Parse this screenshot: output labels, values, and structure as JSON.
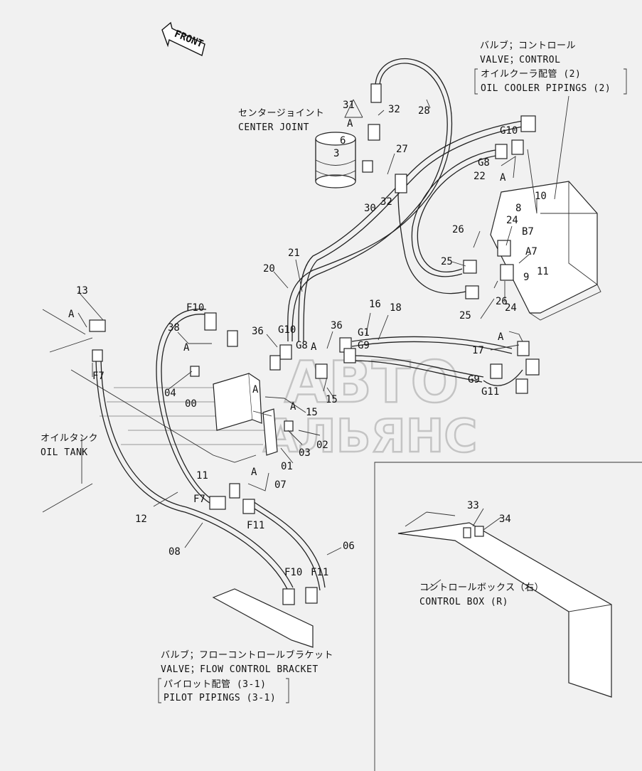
{
  "front_arrow": "FRONT",
  "captions": {
    "control_valve_jp": "バルブ；コントロール",
    "control_valve_en": "VALVE；CONTROL",
    "oil_cooler_jp": "オイルクーラ配管 (2)",
    "oil_cooler_en": "OIL COOLER PIPINGS (2)",
    "center_joint_jp": "センタージョイント",
    "center_joint_en": "CENTER JOINT",
    "oil_tank_jp": "オイルタンク",
    "oil_tank_en": "OIL TANK",
    "control_box_jp": "コントロールボックス（右）",
    "control_box_en": "CONTROL BOX (R)",
    "flow_bracket_jp": "バルブ；フローコントロールブラケット",
    "flow_bracket_en": "VALVE；FLOW CONTROL BRACKET",
    "pilot_jp": "パイロット配管 (3-1)",
    "pilot_en": "PILOT PIPINGS (3-1)"
  },
  "part_numbers": [
    "31",
    "32",
    "28",
    "A",
    "6",
    "3",
    "27",
    "G10",
    "G8",
    "22",
    "A",
    "30",
    "32",
    "8",
    "10",
    "24",
    "B7",
    "26",
    "A7",
    "25",
    "9",
    "11",
    "21",
    "20",
    "16",
    "18",
    "26",
    "25",
    "24",
    "A",
    "F10",
    "38",
    "A",
    "36",
    "G10",
    "G8",
    "A",
    "36",
    "G1",
    "G9",
    "17",
    "13",
    "A",
    "F7",
    "04",
    "A",
    "00",
    "15",
    "A",
    "15",
    "G9",
    "G11",
    "03",
    "02",
    "01",
    "11",
    "A",
    "07",
    "12",
    "F7",
    "F11",
    "08",
    "06",
    "F10",
    "F11",
    "33",
    "34"
  ],
  "watermark": {
    "line1": "АВТО",
    "line2": "АЛЬЯНС"
  }
}
